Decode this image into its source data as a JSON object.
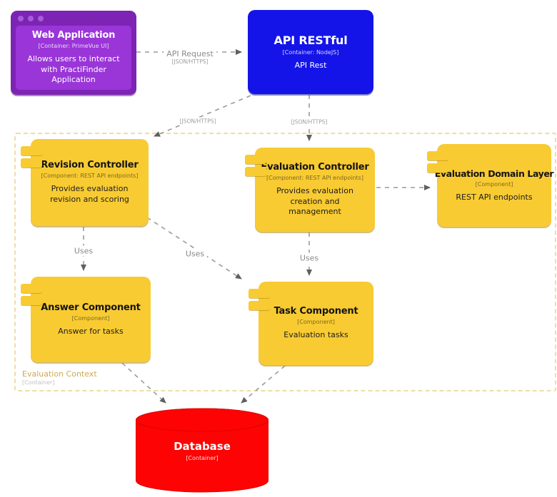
{
  "diagram_type": "C4 component diagram",
  "colors": {
    "web_app_frame": "#7d24b4",
    "web_app_fill": "#9a35d8",
    "api_fill": "#1414e8",
    "component_fill": "#f8cb33",
    "database_fill": "#fe0303",
    "boundary_border": "#f2dca4",
    "boundary_label": "#cda952",
    "connector_gray": "#9a9a9a"
  },
  "nodes": {
    "web_app": {
      "title": "Web Application",
      "meta": "[Container: PrimeVue UI]",
      "description": "Allows users to interact with PractiFinder Application"
    },
    "api": {
      "title": "API RESTful",
      "meta": "[Container: NodeJS]",
      "description": "API Rest"
    },
    "revision": {
      "title": "Revision Controller",
      "meta": "[Component: REST API endpoints]",
      "description": "Provides evaluation revision and scoring"
    },
    "evaluation": {
      "title": "Evaluation Controller",
      "meta": "[Component: REST API endpoints]",
      "description": "Provides evaluation creation and management"
    },
    "domain": {
      "title": "Evaluation Domain Layer",
      "meta": "[Component]",
      "description": "REST API endpoints"
    },
    "answer": {
      "title": "Answer Component",
      "meta": "[Component]",
      "description": "Answer for tasks"
    },
    "task": {
      "title": "Task Component",
      "meta": "[Component]",
      "description": "Evaluation tasks"
    },
    "database": {
      "title": "Database",
      "meta": "[Container]"
    }
  },
  "boundary": {
    "title": "Evaluation Context",
    "meta": "[Container]"
  },
  "edges": {
    "web_api": {
      "label": "API Request",
      "meta": "[JSON/HTTPS]"
    },
    "api_revision": {
      "meta": "[JSON/HTTPS]"
    },
    "api_evaluation": {
      "meta": "[JSON/HTTPS]"
    },
    "revision_answer": {
      "label": "Uses"
    },
    "revision_task": {
      "label": "Uses"
    },
    "evaluation_task": {
      "label": "Uses"
    }
  }
}
